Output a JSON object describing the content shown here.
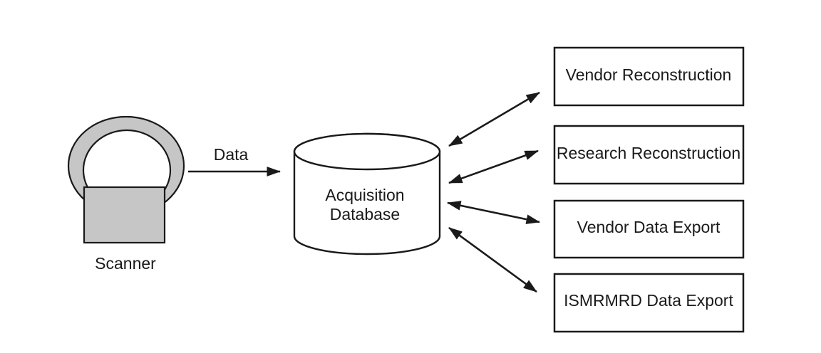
{
  "diagram": {
    "background": "#ffffff",
    "stroke_color": "#1a1a1a",
    "gray_fill": "#c6c6c6",
    "box_fill": "#ffffff",
    "scanner": {
      "label": "Scanner"
    },
    "data_arrow": {
      "label": "Data",
      "from": "Scanner",
      "to": "Acquisition Database",
      "direction": "one-way"
    },
    "database": {
      "label_line1": "Acquisition",
      "label_line2": "Database",
      "shape": "cylinder"
    },
    "targets": [
      {
        "label": "Vendor Reconstruction",
        "connection": "bidirectional"
      },
      {
        "label": "Research Reconstruction",
        "connection": "bidirectional"
      },
      {
        "label": "Vendor Data Export",
        "connection": "bidirectional"
      },
      {
        "label": "ISMRMRD Data Export",
        "connection": "bidirectional"
      }
    ]
  }
}
